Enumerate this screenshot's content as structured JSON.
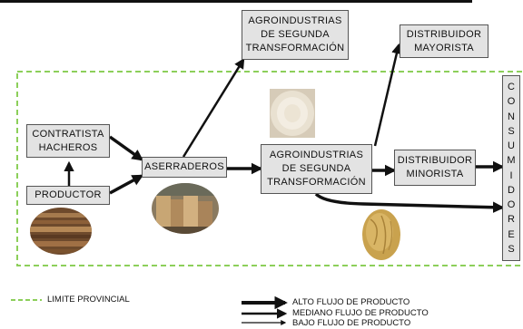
{
  "nodes": {
    "agro_top": "AGROINDUSTRIAS\nDE SEGUNDA\nTRANSFORMACIÓN",
    "dist_mayorista": "DISTRIBUIDOR\nMAYORISTA",
    "contratista": "CONTRATISTA\nHACHEROS",
    "productor": "PRODUCTOR",
    "aserraderos": "ASERRADEROS",
    "agro_mid": "AGROINDUSTRIAS\nDE SEGUNDA\nTRANSFORMACIÓN",
    "dist_minorista": "DISTRIBUIDOR\nMINORISTA",
    "consumidores": "CONSUMIDORES"
  },
  "legend": {
    "limite": "LIMITE PROVINCIAL",
    "alto": "ALTO FLUJO DE PRODUCTO",
    "mediano": "MEDIANO FLUJO DE PRODUCTO",
    "bajo": "BAJO FLUJO DE PRODUCTO"
  },
  "colors": {
    "boundary": "#8ccf5a",
    "box_fill": "#e3e3e3",
    "arrow": "#111111"
  },
  "photos": [
    "logs-photo",
    "lumber-photo",
    "wood-disc-photo",
    "plywood-photo"
  ]
}
